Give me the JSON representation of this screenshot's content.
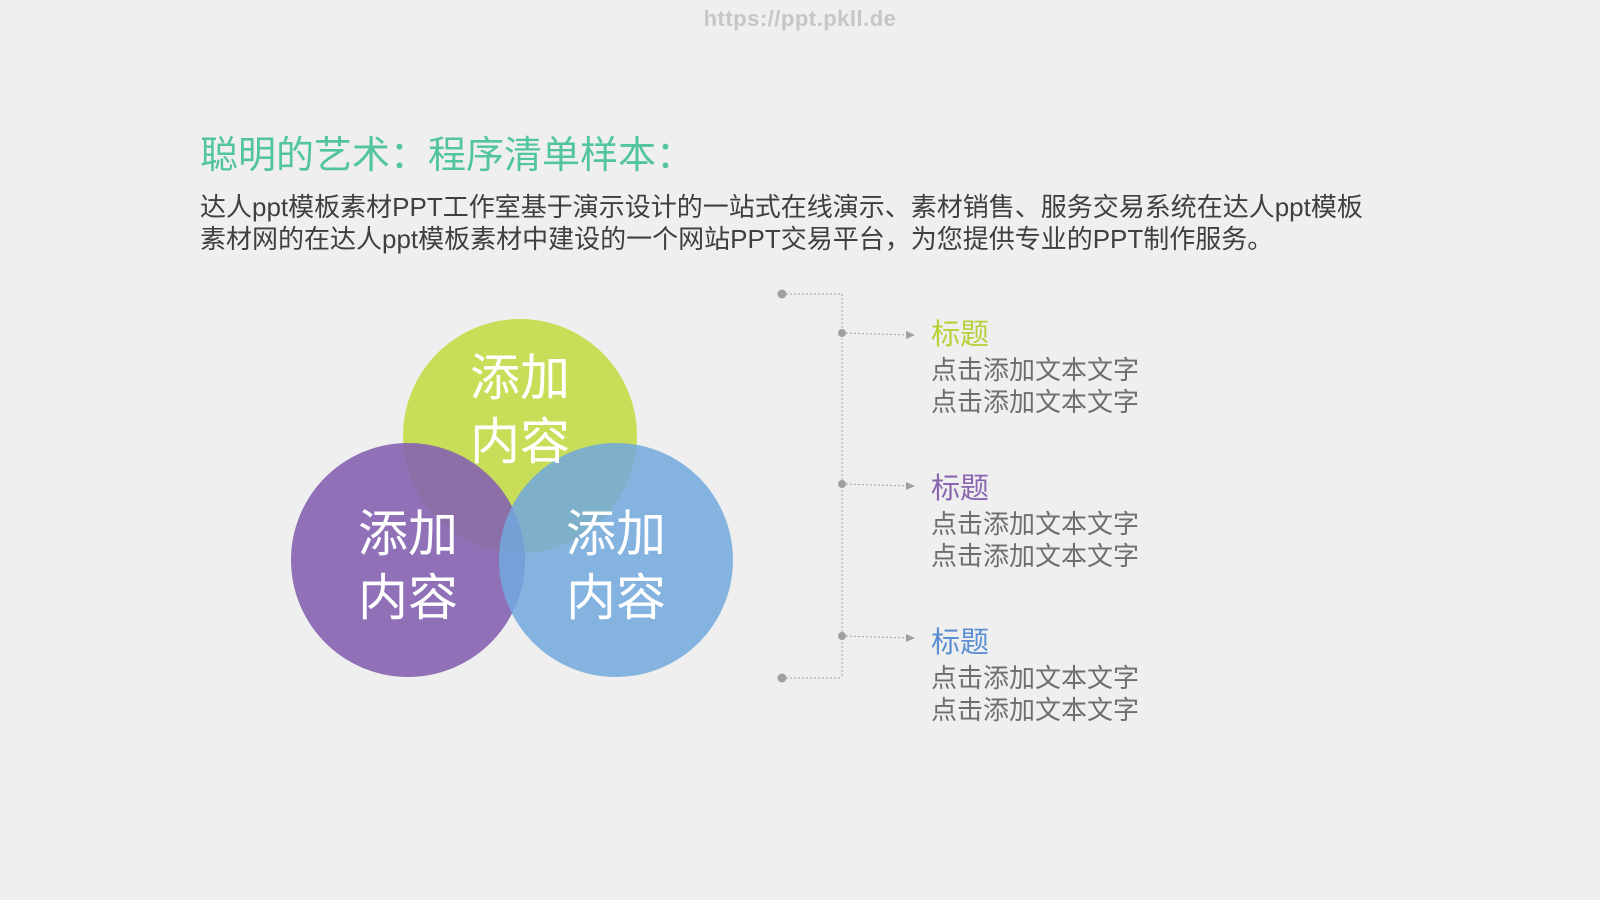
{
  "watermark": "https://ppt.pkll.de",
  "slide": {
    "title": "聪明的艺术：程序清单样本：",
    "paragraph": {
      "lines": [
        "达人ppt模板素材PPT工作室基于演示设计的一站式在线演示、素材销售、服务交易系统在达人ppt模板",
        "素材网的在达人ppt模板素材中建设的一个网站PPT交易平台，为您提供专业的PPT制作服务。"
      ]
    }
  },
  "venn": {
    "circles": [
      {
        "lines": [
          "添加",
          "内容"
        ],
        "color": "#c9de58"
      },
      {
        "lines": [
          "添加",
          "内容"
        ],
        "color": "#8563b0"
      },
      {
        "lines": [
          "添加",
          "内容"
        ],
        "color": "#72a8dd"
      }
    ]
  },
  "items": [
    {
      "title": "标题",
      "lines": [
        "点击添加文本文字",
        "点击添加文本文字"
      ],
      "color": "#b6d23a"
    },
    {
      "title": "标题",
      "lines": [
        "点击添加文本文字",
        "点击添加文本文字"
      ],
      "color": "#8a66b1"
    },
    {
      "title": "标题",
      "lines": [
        "点击添加文本文字",
        "点击添加文本文字"
      ],
      "color": "#5b8fd0"
    }
  ],
  "colors": {
    "background": "#efefef",
    "title": "#52c49e",
    "body_text": "#3f3f3f",
    "item_text": "#6e6e6e",
    "connector": "#a5a5a5",
    "watermark": "#c6c6c6"
  }
}
